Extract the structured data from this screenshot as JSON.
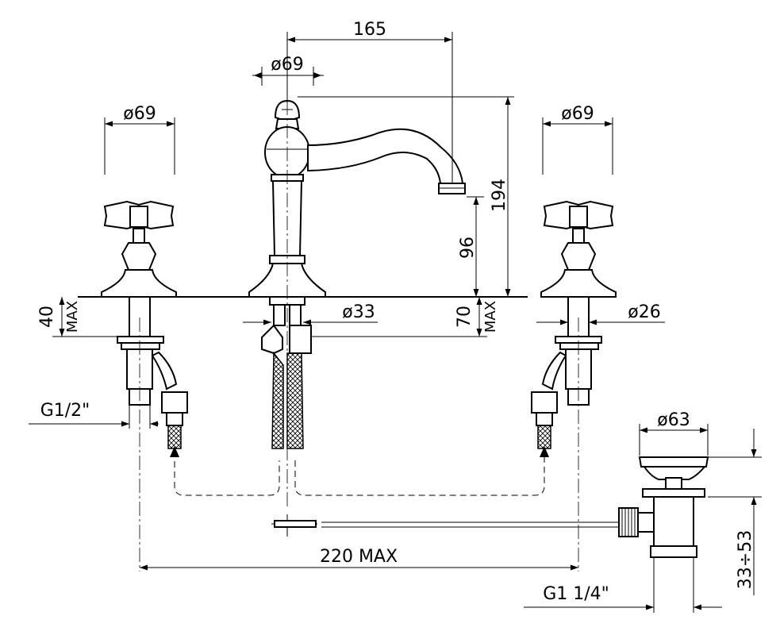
{
  "dimensions": {
    "spout_reach": "165",
    "spout_diameter": "ø69",
    "left_handle_diameter": "ø69",
    "right_handle_diameter": "ø69",
    "total_height": "194",
    "spout_height": "96",
    "left_shank_length": "40",
    "left_shank_suffix": "MAX",
    "center_shank_length": "70",
    "center_shank_suffix": "MAX",
    "center_shank_diameter": "ø33",
    "right_shank_diameter": "ø26",
    "inlet_thread": "G1/2\"",
    "waste_diameter": "ø63",
    "max_spacing": "220 MAX",
    "waste_thread": "G1 1/4\"",
    "waste_height_range": "33÷53"
  }
}
